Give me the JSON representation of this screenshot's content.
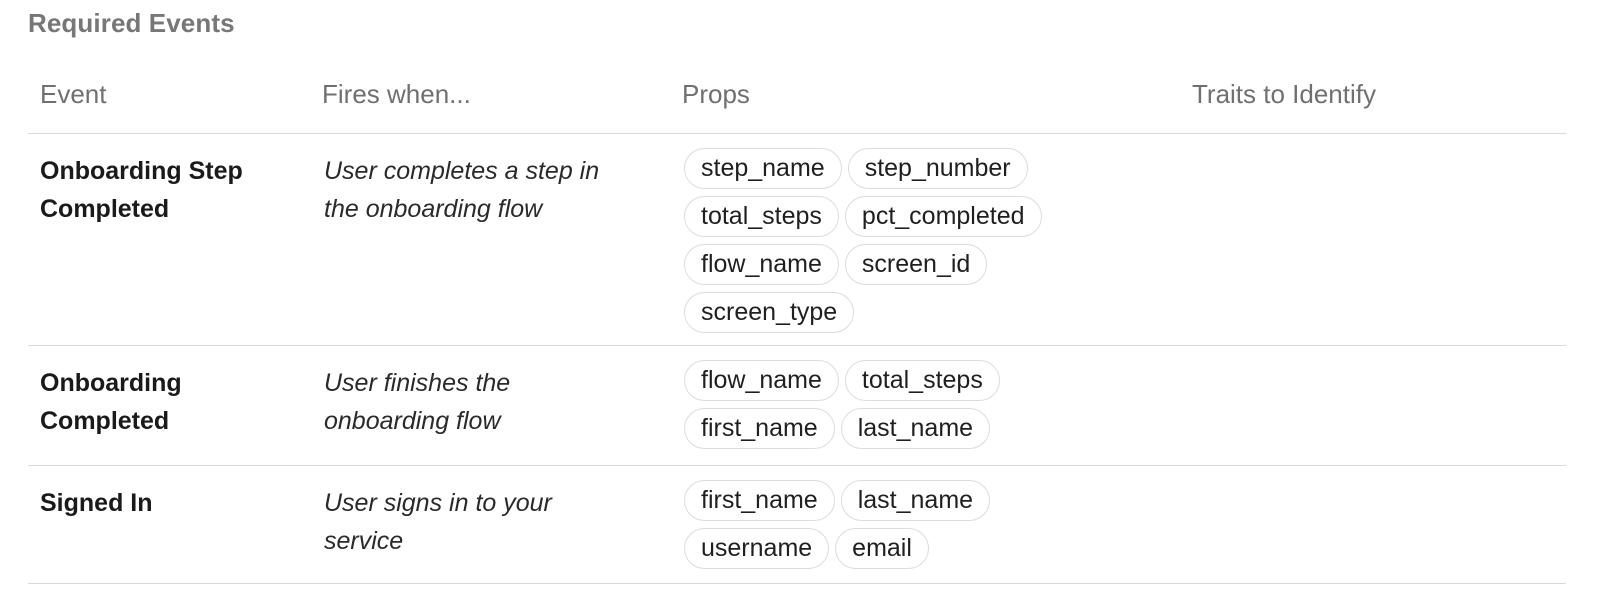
{
  "section_title": "Required Events",
  "columns": {
    "event": "Event",
    "fires_when": "Fires when...",
    "props": "Props",
    "traits": "Traits to Identify"
  },
  "rows": [
    {
      "event_line1": "Onboarding Step",
      "event_line2": "Completed",
      "fires_line1": "User completes a step in",
      "fires_line2": "the onboarding flow",
      "props": [
        "step_name",
        "step_number",
        "total_steps",
        "pct_completed",
        "flow_name",
        "screen_id",
        "screen_type"
      ]
    },
    {
      "event_line1": "Onboarding",
      "event_line2": "Completed",
      "fires_line1": "User finishes the",
      "fires_line2": "onboarding flow",
      "props": [
        "flow_name",
        "total_steps",
        "first_name",
        "last_name"
      ]
    },
    {
      "event_line1": "Signed In",
      "event_line2": "",
      "fires_line1": "User signs in to your",
      "fires_line2": "service",
      "props": [
        "first_name",
        "last_name",
        "username",
        "email"
      ]
    }
  ]
}
